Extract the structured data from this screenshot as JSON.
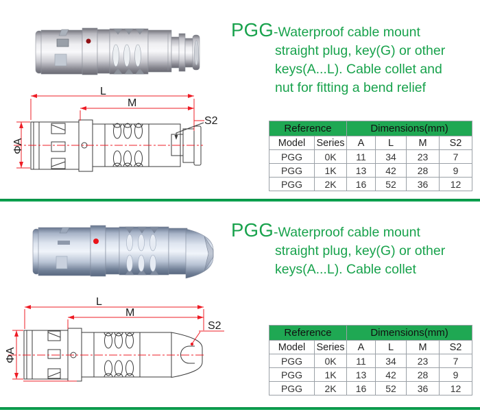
{
  "theme": {
    "green": "#18a24c",
    "green_header": "#1fa853",
    "green_line": "#0aa04e",
    "red": "#ee1c25",
    "line": "#3a3a3a",
    "border": "#9aa0a6",
    "text": "#333333"
  },
  "sections": [
    {
      "title": {
        "brand": "PGG",
        "rest": "-Waterproof cable mount",
        "line2": "straight plug, key(G) or other",
        "line3": "keys(A...L). Cable collet and",
        "line4": "nut for fitting a bend relief"
      },
      "drawing": {
        "labels": {
          "l": "L",
          "m": "M",
          "s2": "S2",
          "phi_a": "ΦA"
        }
      },
      "table": {
        "group_headers": [
          "Reference",
          "Dimensions(mm)"
        ],
        "columns": [
          "Model",
          "Series",
          "A",
          "L",
          "M",
          "S2"
        ],
        "rows": [
          [
            "PGG",
            "0K",
            "11",
            "34",
            "23",
            "7"
          ],
          [
            "PGG",
            "1K",
            "13",
            "42",
            "28",
            "9"
          ],
          [
            "PGG",
            "2K",
            "16",
            "52",
            "36",
            "12"
          ]
        ]
      }
    },
    {
      "title": {
        "brand": "PGG",
        "rest": "-Waterproof cable mount",
        "line2": "straight plug, key(G) or other",
        "line3": "keys(A...L). Cable collet",
        "line4": ""
      },
      "drawing": {
        "labels": {
          "l": "L",
          "m": "M",
          "s2": "S2",
          "phi_a": "ΦA"
        }
      },
      "table": {
        "group_headers": [
          "Reference",
          "Dimensions(mm)"
        ],
        "columns": [
          "Model",
          "Series",
          "A",
          "L",
          "M",
          "S2"
        ],
        "rows": [
          [
            "PGG",
            "0K",
            "11",
            "34",
            "23",
            "7"
          ],
          [
            "PGG",
            "1K",
            "13",
            "42",
            "28",
            "9"
          ],
          [
            "PGG",
            "2K",
            "16",
            "52",
            "36",
            "12"
          ]
        ]
      }
    }
  ]
}
